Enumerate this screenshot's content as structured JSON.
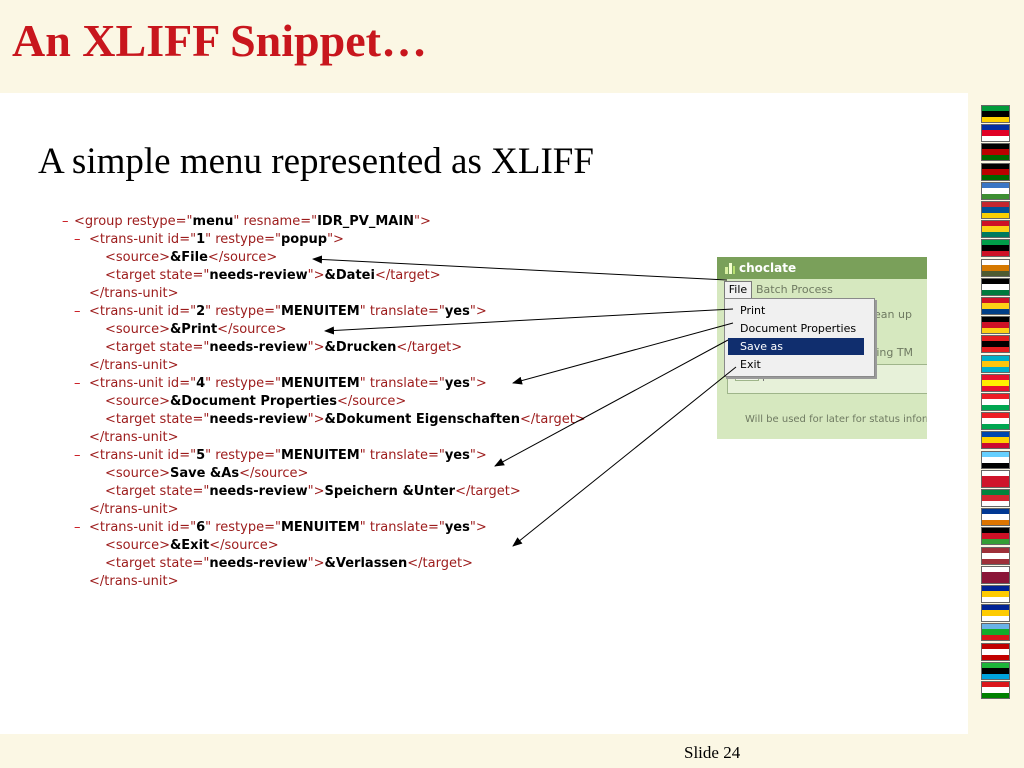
{
  "slide": {
    "title": "An XLIFF Snippet…",
    "subtitle": "A simple menu represented as XLIFF",
    "slide_number": "Slide 24"
  },
  "xml_lines": [
    {
      "dash": "–",
      "pre": "<group restype=\"",
      "v1": "menu",
      "mid1": "\" resname=\"",
      "v2": "IDR_PV_MAIN",
      "post": "\">"
    },
    {
      "dash": "–",
      "pre": "<trans-unit id=\"",
      "v1": "1",
      "mid1": "\" restype=\"",
      "v2": "popup",
      "post": "\">"
    },
    {
      "dash": "",
      "pre": "<source>",
      "v1": "&File",
      "mid1": "</source>",
      "v2": "",
      "post": ""
    },
    {
      "dash": "",
      "pre": "<target state=\"",
      "v1": "needs-review",
      "mid1": "\">",
      "v2": "&Datei",
      "post": "</target>"
    },
    {
      "dash": "",
      "pre": "</trans-unit>",
      "v1": "",
      "mid1": "",
      "v2": "",
      "post": ""
    },
    {
      "dash": "–",
      "pre": "<trans-unit id=\"",
      "v1": "2",
      "mid1": "\" restype=\"",
      "v2": "MENUITEM",
      "post": "\" translate=\"",
      "v3": "yes",
      "post2": "\">"
    },
    {
      "dash": "",
      "pre": "<source>",
      "v1": "&Print",
      "mid1": "</source>",
      "v2": "",
      "post": ""
    },
    {
      "dash": "",
      "pre": "<target state=\"",
      "v1": "needs-review",
      "mid1": "\">",
      "v2": "&Drucken",
      "post": "</target>"
    },
    {
      "dash": "",
      "pre": "</trans-unit>",
      "v1": "",
      "mid1": "",
      "v2": "",
      "post": ""
    },
    {
      "dash": "–",
      "pre": "<trans-unit id=\"",
      "v1": "4",
      "mid1": "\" restype=\"",
      "v2": "MENUITEM",
      "post": "\" translate=\"",
      "v3": "yes",
      "post2": "\">"
    },
    {
      "dash": "",
      "pre": "<source>",
      "v1": "&Document Properties",
      "mid1": "</source>",
      "v2": "",
      "post": ""
    },
    {
      "dash": "",
      "pre": "<target state=\"",
      "v1": "needs-review",
      "mid1": "\">",
      "v2": "&Dokument Eigenschaften",
      "post": "</target>"
    },
    {
      "dash": "",
      "pre": "</trans-unit>",
      "v1": "",
      "mid1": "",
      "v2": "",
      "post": ""
    },
    {
      "dash": "–",
      "pre": "<trans-unit id=\"",
      "v1": "5",
      "mid1": "\" restype=\"",
      "v2": "MENUITEM",
      "post": "\" translate=\"",
      "v3": "yes",
      "post2": "\">"
    },
    {
      "dash": "",
      "pre": "<source>",
      "v1": "Save &As",
      "mid1": "</source>",
      "v2": "",
      "post": ""
    },
    {
      "dash": "",
      "pre": "<target state=\"",
      "v1": "needs-review",
      "mid1": "\">",
      "v2": "Speichern &Unter",
      "post": "</target>"
    },
    {
      "dash": "",
      "pre": "</trans-unit>",
      "v1": "",
      "mid1": "",
      "v2": "",
      "post": ""
    },
    {
      "dash": "–",
      "pre": "<trans-unit id=\"",
      "v1": "6",
      "mid1": "\" restype=\"",
      "v2": "MENUITEM",
      "post": "\" translate=\"",
      "v3": "yes",
      "post2": "\">"
    },
    {
      "dash": "",
      "pre": "<source>",
      "v1": "&Exit",
      "mid1": "</source>",
      "v2": "",
      "post": ""
    },
    {
      "dash": "",
      "pre": "<target state=\"",
      "v1": "needs-review",
      "mid1": "\">",
      "v2": "&Verlassen",
      "post": "</target>"
    },
    {
      "dash": "",
      "pre": "</trans-unit>",
      "v1": "",
      "mid1": "",
      "v2": "",
      "post": ""
    }
  ],
  "app": {
    "title": "choclate",
    "menu_file": "File",
    "menu_batch": "Batch Process",
    "dropdown_items": [
      "Print",
      "Document Properties",
      "Save as",
      "Exit"
    ],
    "selected_item": "Save as",
    "partial_text_1": "ean up",
    "partial_text_2": "ting TM",
    "status_text": "Will be used for later for status inform"
  },
  "flags": [
    {
      "icon": "jamaica-flag-icon",
      "c1": "#009b3a",
      "c2": "#000000",
      "c3": "#fed100"
    },
    {
      "icon": "cambodia-flag-icon",
      "c1": "#032ea1",
      "c2": "#e00025",
      "c3": "#ffffff"
    },
    {
      "icon": "kenya-flag-icon",
      "c1": "#000000",
      "c2": "#bb0000",
      "c3": "#006600"
    },
    {
      "icon": "kenya-2-flag-icon",
      "c1": "#000000",
      "c2": "#bb0000",
      "c3": "#006600"
    },
    {
      "icon": "comoros-flag-icon",
      "c1": "#3a75c4",
      "c2": "#ffffff",
      "c3": "#3d8e33"
    },
    {
      "icon": "mongolia-flag-icon",
      "c1": "#c4272f",
      "c2": "#015197",
      "c3": "#f9cf02"
    },
    {
      "icon": "grenada-flag-icon",
      "c1": "#ce1126",
      "c2": "#fcd116",
      "c3": "#007a5e"
    },
    {
      "icon": "saint-kitts-flag-icon",
      "c1": "#009e49",
      "c2": "#000000",
      "c3": "#ce1126"
    },
    {
      "icon": "cyprus-flag-icon",
      "c1": "#ffffff",
      "c2": "#d57800",
      "c3": "#4e5b31"
    },
    {
      "icon": "jordan-flag-icon",
      "c1": "#000000",
      "c2": "#ffffff",
      "c3": "#007a3d"
    },
    {
      "icon": "kiribati-flag-icon",
      "c1": "#ce1126",
      "c2": "#fcd116",
      "c3": "#003f87"
    },
    {
      "icon": "papua-new-guinea-flag-icon",
      "c1": "#000000",
      "c2": "#ce1126",
      "c3": "#fcd116"
    },
    {
      "icon": "albania-flag-icon",
      "c1": "#e41e20",
      "c2": "#000000",
      "c3": "#e41e20"
    },
    {
      "icon": "kazakhstan-flag-icon",
      "c1": "#00afca",
      "c2": "#fec50c",
      "c3": "#00afca"
    },
    {
      "icon": "kyrgyzstan-flag-icon",
      "c1": "#e8112d",
      "c2": "#ffef00",
      "c3": "#e8112d"
    },
    {
      "icon": "lebanon-flag-icon",
      "c1": "#ed1c24",
      "c2": "#ffffff",
      "c3": "#00a651"
    },
    {
      "icon": "lebanon-2-flag-icon",
      "c1": "#ed1c24",
      "c2": "#ffffff",
      "c3": "#00a651"
    },
    {
      "icon": "moldova-flag-icon",
      "c1": "#0046ae",
      "c2": "#ffd200",
      "c3": "#cc092f"
    },
    {
      "icon": "saint-lucia-flag-icon",
      "c1": "#65cfff",
      "c2": "#ffffff",
      "c3": "#000000"
    },
    {
      "icon": "malta-flag-icon",
      "c1": "#ffffff",
      "c2": "#cf142b",
      "c3": "#cf142b"
    },
    {
      "icon": "turkmenistan-flag-icon",
      "c1": "#00843d",
      "c2": "#d22630",
      "c3": "#ffffff"
    },
    {
      "icon": "marshall-islands-flag-icon",
      "c1": "#003893",
      "c2": "#ffffff",
      "c3": "#dd7500"
    },
    {
      "icon": "malawi-flag-icon",
      "c1": "#000000",
      "c2": "#ce1126",
      "c3": "#339e35"
    },
    {
      "icon": "latvia-flag-icon",
      "c1": "#9e3039",
      "c2": "#ffffff",
      "c3": "#9e3039"
    },
    {
      "icon": "qatar-flag-icon",
      "c1": "#ffffff",
      "c2": "#8a1538",
      "c3": "#8a1538"
    },
    {
      "icon": "bosnia-flag-icon",
      "c1": "#002395",
      "c2": "#fecb00",
      "c3": "#ffffff"
    },
    {
      "icon": "bosnia-2-flag-icon",
      "c1": "#002395",
      "c2": "#fecb00",
      "c3": "#ffffff"
    },
    {
      "icon": "djibouti-flag-icon",
      "c1": "#6ab2e7",
      "c2": "#12ad2b",
      "c3": "#d7141a"
    },
    {
      "icon": "tonga-flag-icon",
      "c1": "#c10000",
      "c2": "#ffffff",
      "c3": "#c10000"
    },
    {
      "icon": "tanzania-flag-icon",
      "c1": "#1eb53a",
      "c2": "#000000",
      "c3": "#00a3dd"
    },
    {
      "icon": "oman-flag-icon",
      "c1": "#db161b",
      "c2": "#ffffff",
      "c3": "#008000"
    }
  ]
}
